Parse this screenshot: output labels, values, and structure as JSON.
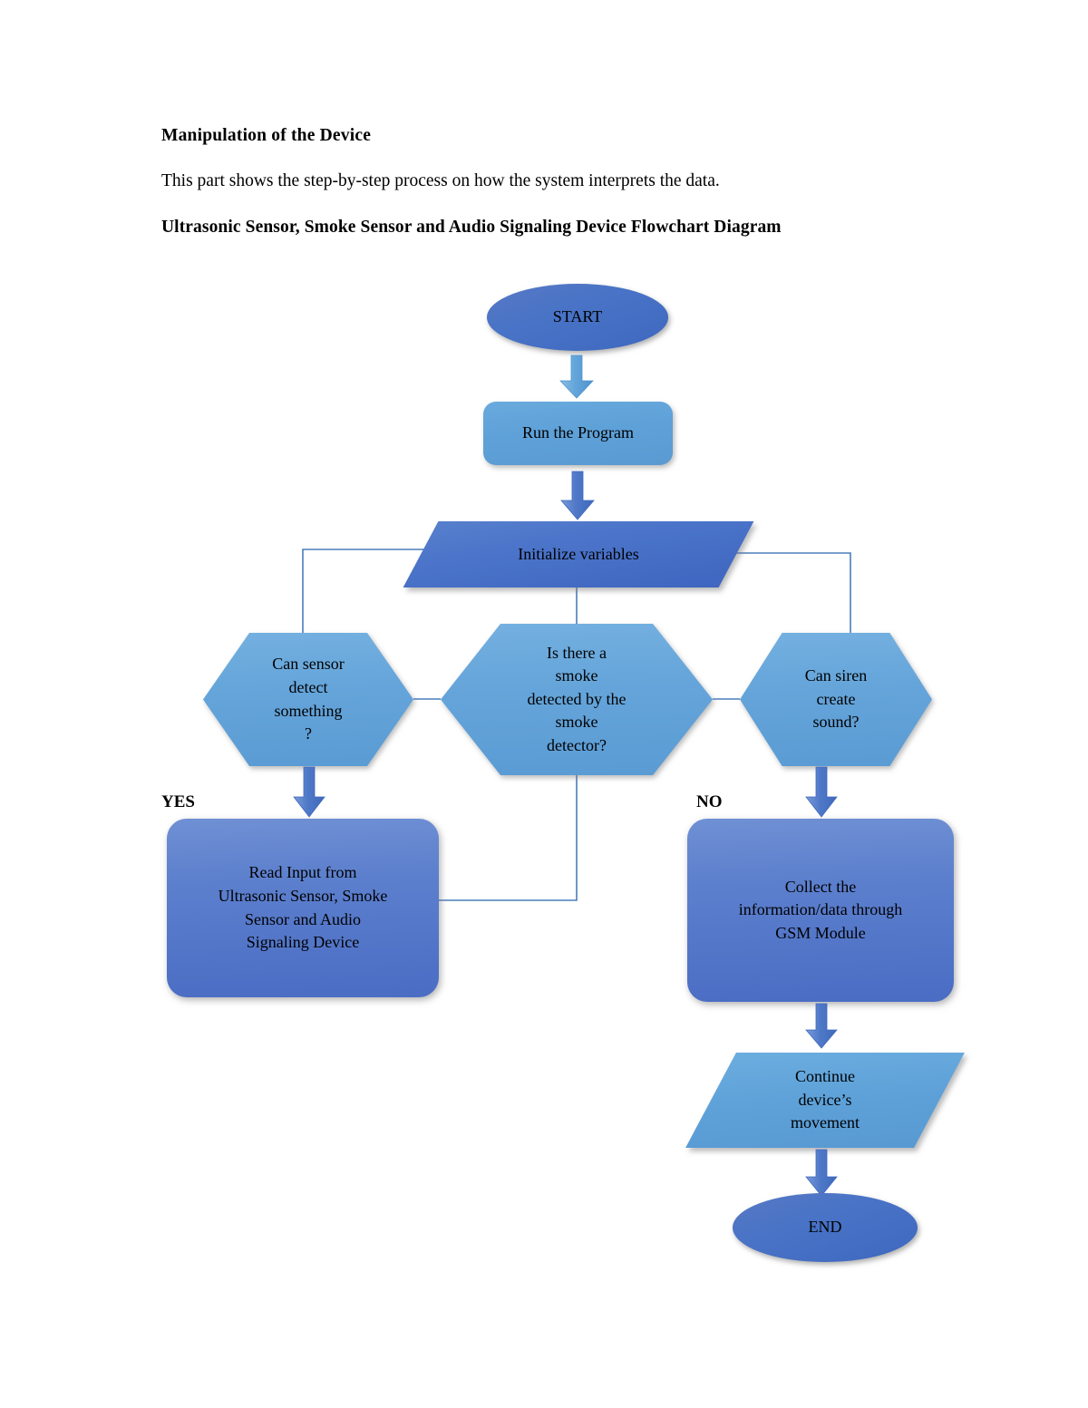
{
  "document": {
    "heading": "Manipulation of the Device",
    "paragraph": "This part shows the step-by-step process on how the system interprets the data.",
    "subheading": "Ultrasonic Sensor, Smoke Sensor and Audio Signaling Device Flowchart Diagram"
  },
  "colors": {
    "terminator_fill": "#4873c6",
    "process_light_fill": "#5ea1d8",
    "process_dark_fill": "#5c7fcd",
    "decision_fill": "#5a9bd4",
    "data_dark_fill": "#4a73c9",
    "data_light_fill": "#5ea2d9",
    "connector_line": "#4a7ebb",
    "arrow_light": "#5ea1d8",
    "arrow_dark": "#4a77c4",
    "text": "#000000",
    "page_background": "#ffffff"
  },
  "flowchart": {
    "type": "flowchart",
    "title": "Ultrasonic Sensor, Smoke Sensor and Audio Signaling Device Flowchart Diagram",
    "nodes": [
      {
        "id": "start",
        "shape": "ellipse",
        "label": "START"
      },
      {
        "id": "run",
        "shape": "process",
        "label": "Run the Program"
      },
      {
        "id": "init",
        "shape": "parallelogram",
        "label": "Initialize variables"
      },
      {
        "id": "dec_sensor",
        "shape": "hexagon",
        "label": "Can sensor detect something ?"
      },
      {
        "id": "dec_smoke",
        "shape": "hexagon",
        "label": "Is there a smoke detected by the smoke detector?"
      },
      {
        "id": "dec_siren",
        "shape": "hexagon",
        "label": "Can siren create sound?"
      },
      {
        "id": "read",
        "shape": "process",
        "label": "Read Input from Ultrasonic Sensor, Smoke Sensor and Audio Signaling Device"
      },
      {
        "id": "collect",
        "shape": "process",
        "label": "Collect the information/data through GSM Module"
      },
      {
        "id": "continue",
        "shape": "parallelogram",
        "label": "Continue device’s movement"
      },
      {
        "id": "end",
        "shape": "ellipse",
        "label": "END"
      }
    ],
    "branch_labels": [
      {
        "id": "yes",
        "label": "YES"
      },
      {
        "id": "no",
        "label": "NO"
      }
    ],
    "node_text": {
      "start": "START",
      "run": "Run the Program",
      "init": "Initialize variables",
      "dec_sensor_l1": "Can sensor",
      "dec_sensor_l2": "detect",
      "dec_sensor_l3": "something",
      "dec_sensor_l4": "?",
      "dec_smoke_l1": "Is there a",
      "dec_smoke_l2": "smoke",
      "dec_smoke_l3": "detected by the",
      "dec_smoke_l4": "smoke",
      "dec_smoke_l5": "detector?",
      "dec_siren_l1": "Can siren",
      "dec_siren_l2": "create",
      "dec_siren_l3": "sound?",
      "read_l1": "Read Input from",
      "read_l2": "Ultrasonic Sensor, Smoke",
      "read_l3": "Sensor and Audio",
      "read_l4": "Signaling Device",
      "collect_l1": "Collect the",
      "collect_l2": "information/data through",
      "collect_l3": "GSM Module",
      "continue_l1": "Continue",
      "continue_l2": "device’s",
      "continue_l3": "movement",
      "end": "END",
      "yes": "YES",
      "no": "NO"
    }
  }
}
